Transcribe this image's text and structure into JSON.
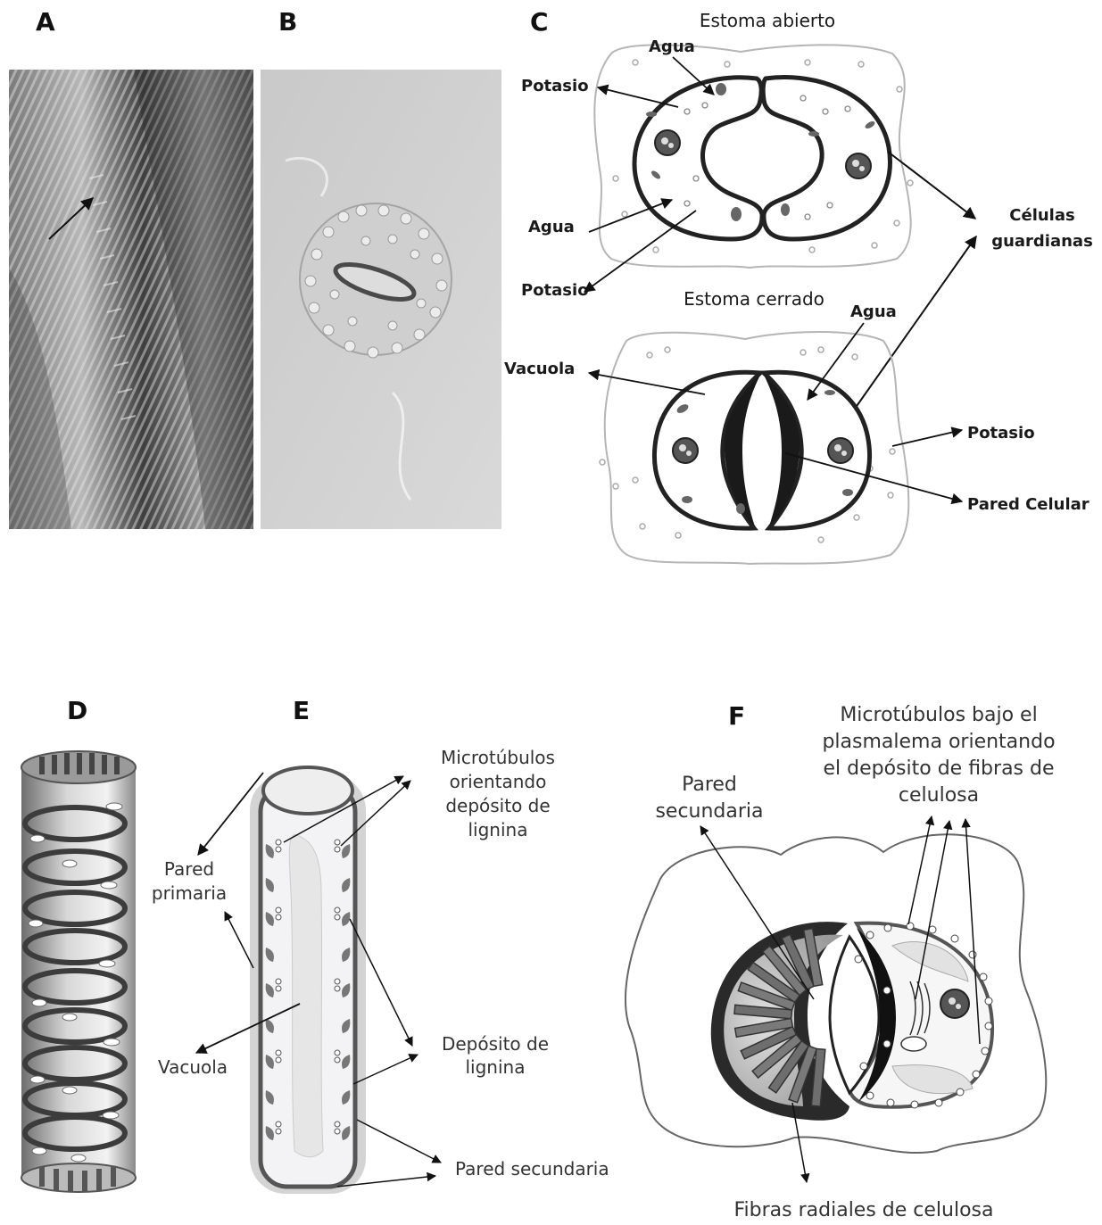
{
  "panels": {
    "a": {
      "letter": "A"
    },
    "b": {
      "letter": "B"
    },
    "c": {
      "letter": "C",
      "open_title": "Estoma abierto",
      "closed_title": "Estoma cerrado",
      "open_labels": {
        "agua_top": "Agua",
        "potasio_top": "Potasio",
        "agua_left": "Agua",
        "potasio_left": "Potasio"
      },
      "closed_labels": {
        "vacuola": "Vacuola",
        "agua": "Agua",
        "potasio": "Potasio",
        "pared_celular": "Pared Celular"
      },
      "guard_cells": [
        "Células",
        "guardianas"
      ]
    },
    "d": {
      "letter": "D"
    },
    "e": {
      "letter": "E",
      "pared_primaria": [
        "Pared",
        "primaria"
      ],
      "vacuola": "Vacuola",
      "microtubulos": [
        "Microtúbulos",
        "orientando",
        "depósito de",
        "lignina"
      ],
      "deposito": [
        "Depósito de",
        "lignina"
      ],
      "pared_secundaria": "Pared secundaria"
    },
    "f": {
      "letter": "F",
      "microtubulos": [
        "Microtúbulos bajo el",
        "plasmalema orientando",
        "el depósito de fibras de",
        "celulosa"
      ],
      "pared_secundaria": [
        "Pared",
        "secundaria"
      ],
      "fibras": "Fibras radiales de celulosa"
    }
  }
}
